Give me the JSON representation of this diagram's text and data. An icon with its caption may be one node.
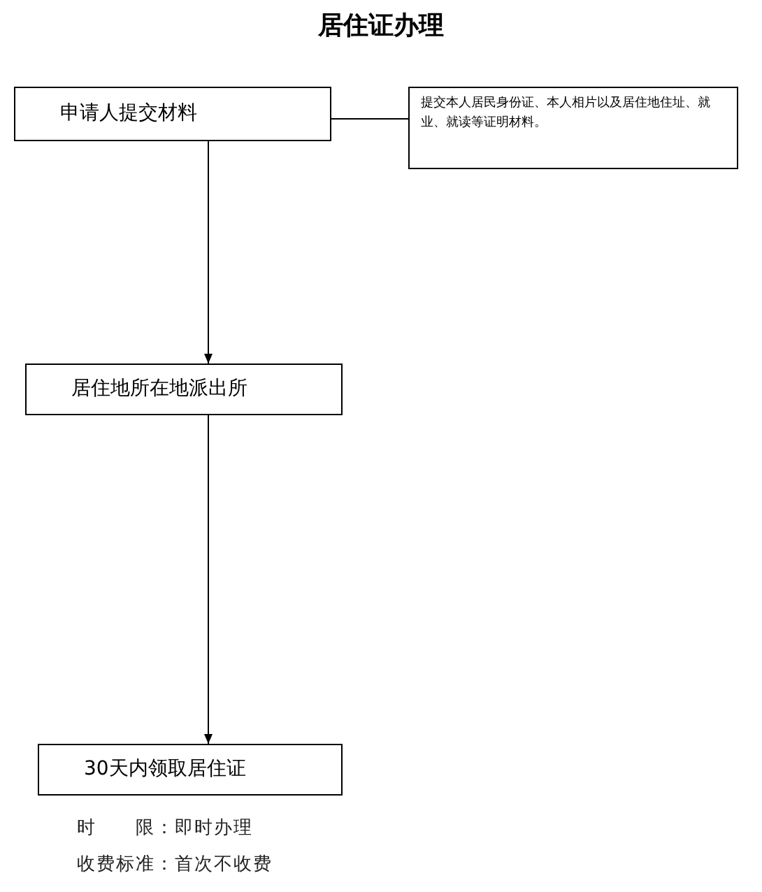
{
  "diagram": {
    "title": "居住证办理",
    "nodes": [
      {
        "text": [
          "申请人提交材料"
        ]
      },
      {
        "text": [
          "提交本人居民身份证、本人相片以及居住地住址、就业、就读等证明材料。"
        ]
      },
      {
        "text": [
          "居住地所在地派出所"
        ]
      },
      {
        "text": [
          "30天内领取居住证"
        ]
      }
    ],
    "edges": [
      {
        "from": 0,
        "to": 2,
        "arrow": "to"
      },
      {
        "from": 2,
        "to": 3,
        "arrow": "to"
      },
      {
        "from": 0,
        "to": 1,
        "arrow": "none"
      }
    ],
    "labels": [
      "时　　限：即时办理",
      "收费标准：首次不收费"
    ]
  }
}
